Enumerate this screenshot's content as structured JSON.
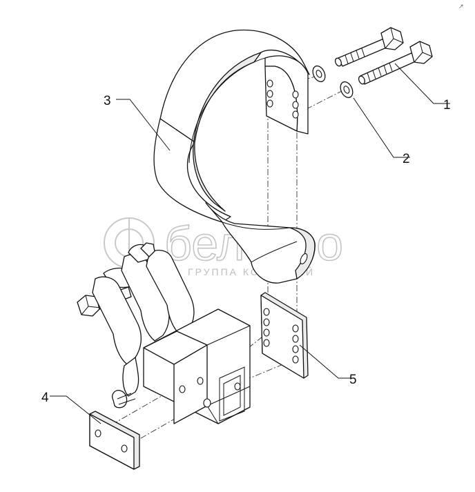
{
  "callouts": [
    {
      "id": "1",
      "label": "1"
    },
    {
      "id": "2",
      "label": "2"
    },
    {
      "id": "3",
      "label": "3"
    },
    {
      "id": "4",
      "label": "4"
    },
    {
      "id": "5",
      "label": "5"
    }
  ],
  "watermark": {
    "brand": "белагро",
    "subtitle": "ГРУППА КОМПАНИЙ"
  },
  "corner_mark": "↗"
}
